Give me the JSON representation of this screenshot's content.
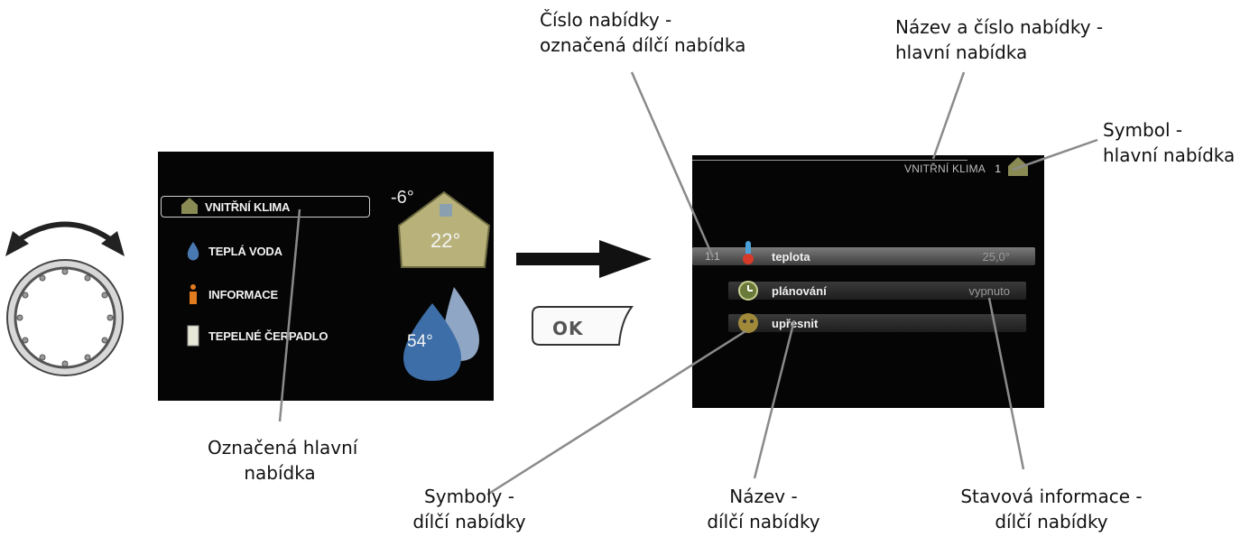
{
  "left_screen": {
    "menu_items": [
      "VNITŘNÍ KLIMA",
      "TEPLÁ VODA",
      "INFORMACE",
      "TEPELNÉ ČERPADLO"
    ],
    "outdoor_temp": "-6°",
    "indoor_temp": "22°",
    "water_temp": "54°"
  },
  "ok_button": "OK",
  "right_screen": {
    "title": "VNITŘNÍ KLIMA",
    "menu_number": "1",
    "rows": [
      {
        "number": "1.1",
        "name": "teplota",
        "status": "25,0°"
      },
      {
        "number": "",
        "name": "plánování",
        "status": "vypnuto"
      },
      {
        "number": "",
        "name": "upřesnit",
        "status": ""
      }
    ]
  },
  "captions": {
    "menu_number": [
      "Číslo nabídky -",
      "označená dílčí nabídka"
    ],
    "title_number": [
      "Název a číslo nabídky -",
      "hlavní nabídka"
    ],
    "symbol": [
      "Symbol -",
      "hlavní nabídka"
    ],
    "marked_main": [
      "Označená hlavní",
      "nabídka"
    ],
    "symbols_sub": [
      "Symboly -",
      "dílčí nabídky"
    ],
    "name_sub": [
      "Název -",
      "dílčí nabídky"
    ],
    "status_sub": [
      "Stavová informace -",
      "dílčí nabídky"
    ]
  }
}
